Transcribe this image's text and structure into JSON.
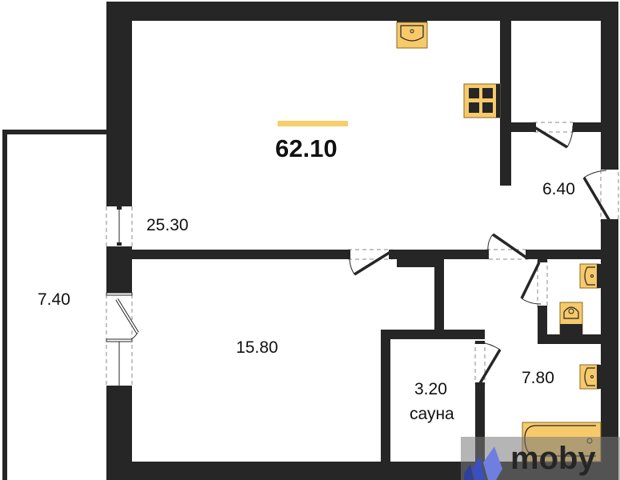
{
  "plan": {
    "total_area": "62.10",
    "accent_color": "#f4cf6b",
    "wall_color": "#262626",
    "rooms": [
      {
        "id": "living-kitchen",
        "area": "25.30"
      },
      {
        "id": "hallway",
        "area": "6.40"
      },
      {
        "id": "bedroom",
        "area": "15.80"
      },
      {
        "id": "balcony",
        "area": "7.40"
      },
      {
        "id": "sauna",
        "area": "3.20",
        "name": "сауна"
      },
      {
        "id": "bathroom",
        "area": "7.80"
      }
    ],
    "fixtures": [
      "kitchen-sink",
      "stove",
      "bathroom-sink-upper",
      "toilet",
      "bathroom-sink-lower",
      "bathtub"
    ]
  },
  "watermark": {
    "text": "moby",
    "icon": "moby-logo-icon",
    "icon_color": "#3a4fc0"
  }
}
